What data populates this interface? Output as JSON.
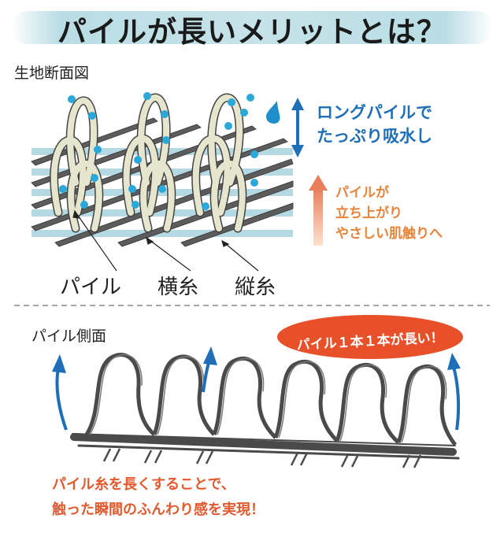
{
  "title": "パイルが長いメリットとは？",
  "section1": {
    "label": "生地断面図",
    "blue_lines": [
      "ロングパイルで",
      "たっぷり吸水し"
    ],
    "orange_lines": [
      "パイルが",
      "立ち上がり",
      "やさしい肌触りへ"
    ],
    "parts": [
      "パイル",
      "横糸",
      "縦糸"
    ]
  },
  "section2": {
    "label": "パイル側面",
    "badge": "パイル１本１本が長い！",
    "bottom_lines": [
      "パイル糸を長くすることで、",
      "触った瞬間のふんわり感を実現！"
    ]
  },
  "colors": {
    "blue": "#1e6fb8",
    "orange": "#e8833a",
    "badge": "#e8502a",
    "pile": "#e6e6cf",
    "stripe": "#b5d9e3",
    "thread": "#595959"
  }
}
